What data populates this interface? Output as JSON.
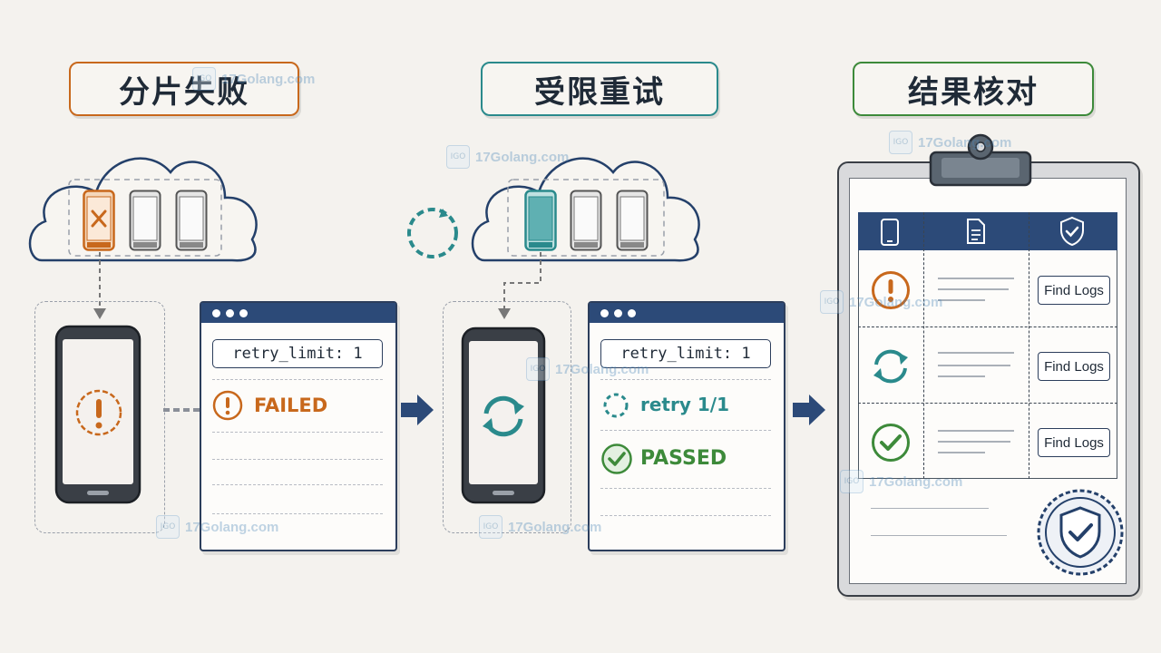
{
  "colors": {
    "orange": "#c8681c",
    "teal": "#2a8a8c",
    "green": "#3d8a3a",
    "navy": "#2c4a78",
    "ink": "#1f2a37"
  },
  "stages": [
    {
      "title": "分片失败",
      "config_field": "retry_limit: 1",
      "status_label": "FAILED",
      "status_icon": "exclamation-icon"
    },
    {
      "title": "受限重试",
      "config_field": "retry_limit: 1",
      "retry_label": "retry 1/1",
      "retry_icon": "dashed-circle-icon",
      "status_label": "PASSED",
      "status_icon": "check-circle-icon"
    },
    {
      "title": "结果核对",
      "table_header_icons": [
        "phone-icon",
        "document-icon",
        "shield-check-icon"
      ],
      "rows": [
        {
          "status_icon": "exclamation-icon",
          "button_label": "Find Logs"
        },
        {
          "status_icon": "sync-icon",
          "button_label": "Find Logs"
        },
        {
          "status_icon": "check-circle-icon",
          "button_label": "Find Logs"
        }
      ],
      "seal_icon": "shield-check-seal-icon"
    }
  ],
  "watermark": {
    "text": "17Golang.com",
    "logo_text": "IGO"
  }
}
